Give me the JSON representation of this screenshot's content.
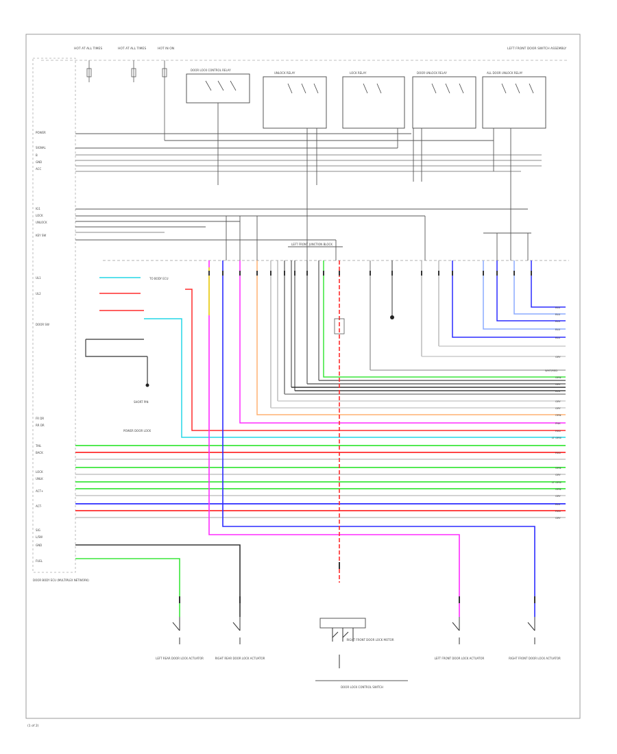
{
  "header": {
    "fuse_labels": [
      "HOT AT ALL TIMES",
      "HOT AT ALL TIMES",
      "HOT IN ON"
    ],
    "top_right_note": "LEFT FRONT DOOR  SWITCH ASSEMBLY"
  },
  "relays": [
    {
      "label": "DOOR LOCK CONTROL RELAY"
    },
    {
      "label": "UNLOCK RELAY"
    },
    {
      "label": "LOCK RELAY"
    },
    {
      "label": "DOOR UNLOCK RELAY"
    },
    {
      "label": "ALL DOOR UNLOCK RELAY"
    }
  ],
  "left_labels": [
    "POWER",
    "SIGNAL",
    "B",
    "GND",
    "ACC",
    "IG1",
    "LOCK",
    "UNLOCK",
    "KEY SW",
    "UL1",
    "UL2",
    "DOOR SW",
    "FR DR",
    "RR DR",
    "TAIL",
    "BACK",
    "LOCK",
    "UNLK",
    "ACT+",
    "ACT-",
    "SIG",
    "L/SW",
    "GND",
    "FUEL"
  ],
  "left_block_note": "DOOR BODY ECU (MULTIPLEX NETWORK)",
  "mid_note": "LEFT FRONT JUNCTION BLOCK",
  "connector_notes": [
    "TO BODY ECU",
    "SHORT PIN",
    "POWER DOOR LOCK"
  ],
  "right_labels": [
    "BLU",
    "BLU",
    "BLU",
    "BLU",
    "BLU",
    "GRY",
    "WHT/RED",
    "GRN",
    "GRY",
    "BLK",
    "GRY",
    "GRY",
    "ORN",
    "PNK",
    "RED",
    "LT GRN",
    "RED",
    "GRN",
    "GRY",
    "LT GRN",
    "GRN",
    "GRY",
    "BLU",
    "RED",
    "GRY"
  ],
  "bottom_components": [
    "LEFT REAR DOOR LOCK ACTUATOR",
    "RIGHT REAR DOOR LOCK ACTUATOR",
    "LEFT FRONT DOOR LOCK ACTUATOR",
    "RIGHT FRONT DOOR LOCK ACTUATOR",
    "RIGHT FRONT DOOR LOCK MOTOR"
  ],
  "bottom_center_note": "DOOR LOCK CONTROL SWITCH",
  "footer": "(1 of 2)",
  "colors": {
    "wire_black": "#333333",
    "wire_gray": "#9a9a9a",
    "wire_red": "#ff2a2a",
    "wire_green": "#39e639",
    "wire_pink": "#ff2aff",
    "wire_blue": "#2a2aff",
    "wire_cyan": "#22d6e6",
    "wire_yellow": "#e6e600",
    "wire_orange": "#ffb070",
    "wire_ltblue": "#8aaaff",
    "border": "#999999"
  }
}
